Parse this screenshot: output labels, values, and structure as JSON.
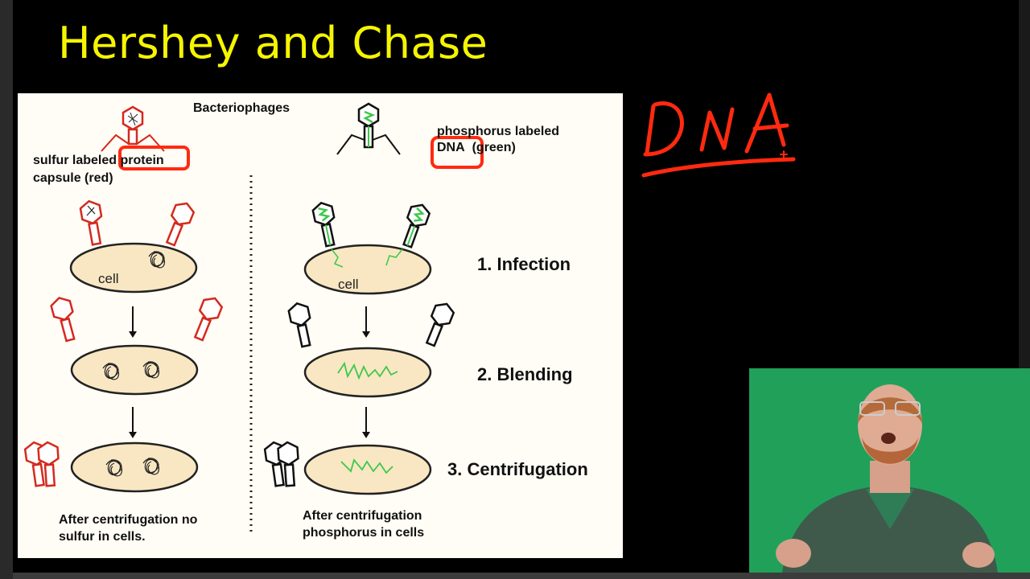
{
  "slide": {
    "title": "Hershey and Chase"
  },
  "diagram": {
    "bacteriophages_label": "Bacteriophages",
    "sulfur_label_part1": "sulfur labeled",
    "sulfur_label_part2": "protein",
    "sulfur_label_line2": "capsule (red)",
    "phosphorus_label_line1": "phosphorus labeled",
    "phosphorus_label_part1": "DNA",
    "phosphorus_label_part2": "(green)",
    "cell_label": "cell",
    "steps": [
      "1. Infection",
      "2. Blending",
      "3. Centrifugation"
    ],
    "left_caption_line1": "After centrifugation no",
    "left_caption_line2": "sulfur in cells.",
    "right_caption_line1": "After centrifugation",
    "right_caption_line2": "phosphorus in cells",
    "colors": {
      "protein": "#d42a1e",
      "dna": "#3cc84b",
      "cell_fill": "#f8e7c2",
      "annotation": "#ff2a10"
    }
  },
  "annotation": {
    "handwritten_text": "DNA"
  },
  "webcam": {
    "description_icon": "presenter-video"
  }
}
